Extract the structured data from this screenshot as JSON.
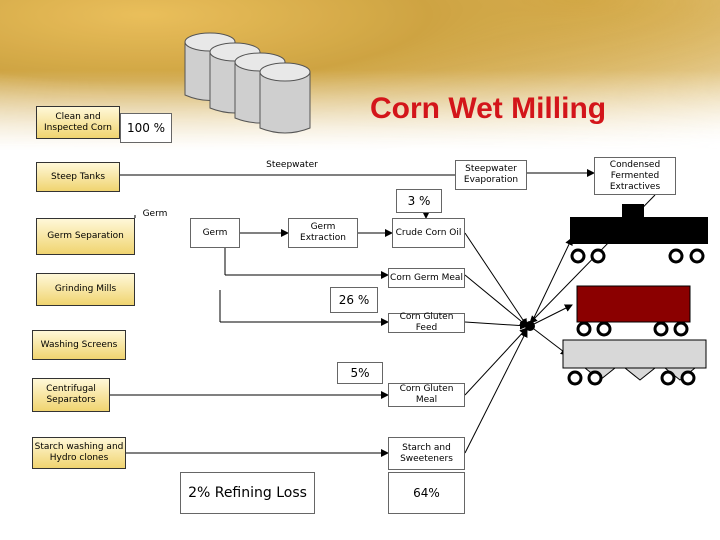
{
  "title": "Corn Wet Milling",
  "process_steps": {
    "clean_corn": "Clean and Inspected Corn",
    "steep_tanks": "Steep Tanks",
    "germ_separation": "Germ Separation",
    "grinding_mills": "Grinding Mills",
    "washing_screens": "Washing Screens",
    "centrifugal_separators": "Centrifugal Separators",
    "starch_washing": "Starch washing and Hydro clones"
  },
  "flow_labels": {
    "steepwater": "Steepwater",
    "steepwater_evaporation": "Steepwater Evaporation",
    "condensed_extractives": "Condensed Fermented Extractives",
    "germ_small": "Germ",
    "germ": "Germ",
    "germ_extraction": "Germ Extraction",
    "crude_corn_oil": "Crude Corn Oil",
    "corn_germ_meal": "Corn Germ Meal",
    "corn_gluten_feed": "Corn Gluten Feed",
    "corn_gluten_meal": "Corn Gluten Meal",
    "starch_sweeteners": "Starch and Sweeteners"
  },
  "percentages": {
    "p100": "100 %",
    "p3": "3 %",
    "p26": "26 %",
    "p5": "5%",
    "refining_loss": "2% Refining Loss",
    "p64": "64%"
  },
  "colors": {
    "title": "#d3151a",
    "tank_car": "#000000",
    "box_car": "#8b0000",
    "hopper_car": "#d8d8d8"
  }
}
